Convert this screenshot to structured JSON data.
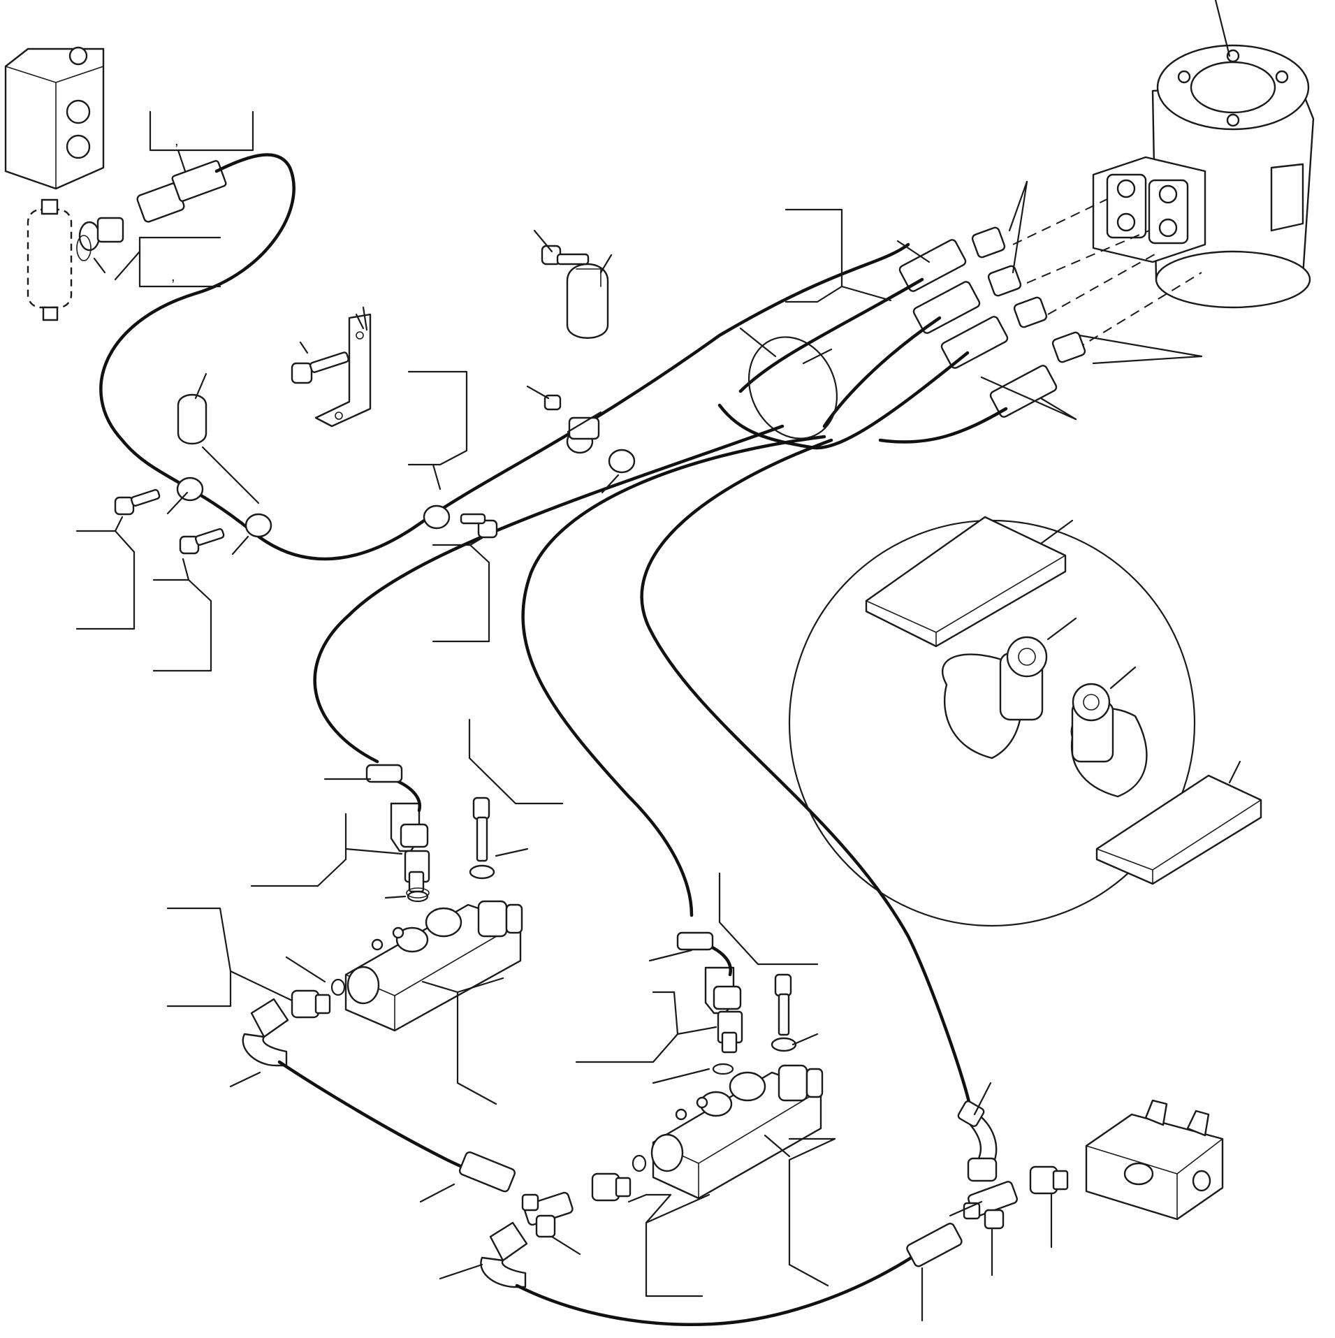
{
  "diagram": {
    "marks": [
      ",",
      ","
    ],
    "colors": {
      "line": "#1a1a1a",
      "background": "#ffffff"
    },
    "components": [
      "selector-valve",
      "pressure-switch",
      "steering-pump",
      "hose-assembly",
      "hose-clamp",
      "mounting-bracket",
      "hex-bolt",
      "adapter-fitting",
      "o-ring",
      "brake-valve",
      "tee-fitting",
      "straight-fitting",
      "elbow-fitting",
      "junction-block",
      "clamp-detail-circle",
      "clamp-pad"
    ]
  }
}
